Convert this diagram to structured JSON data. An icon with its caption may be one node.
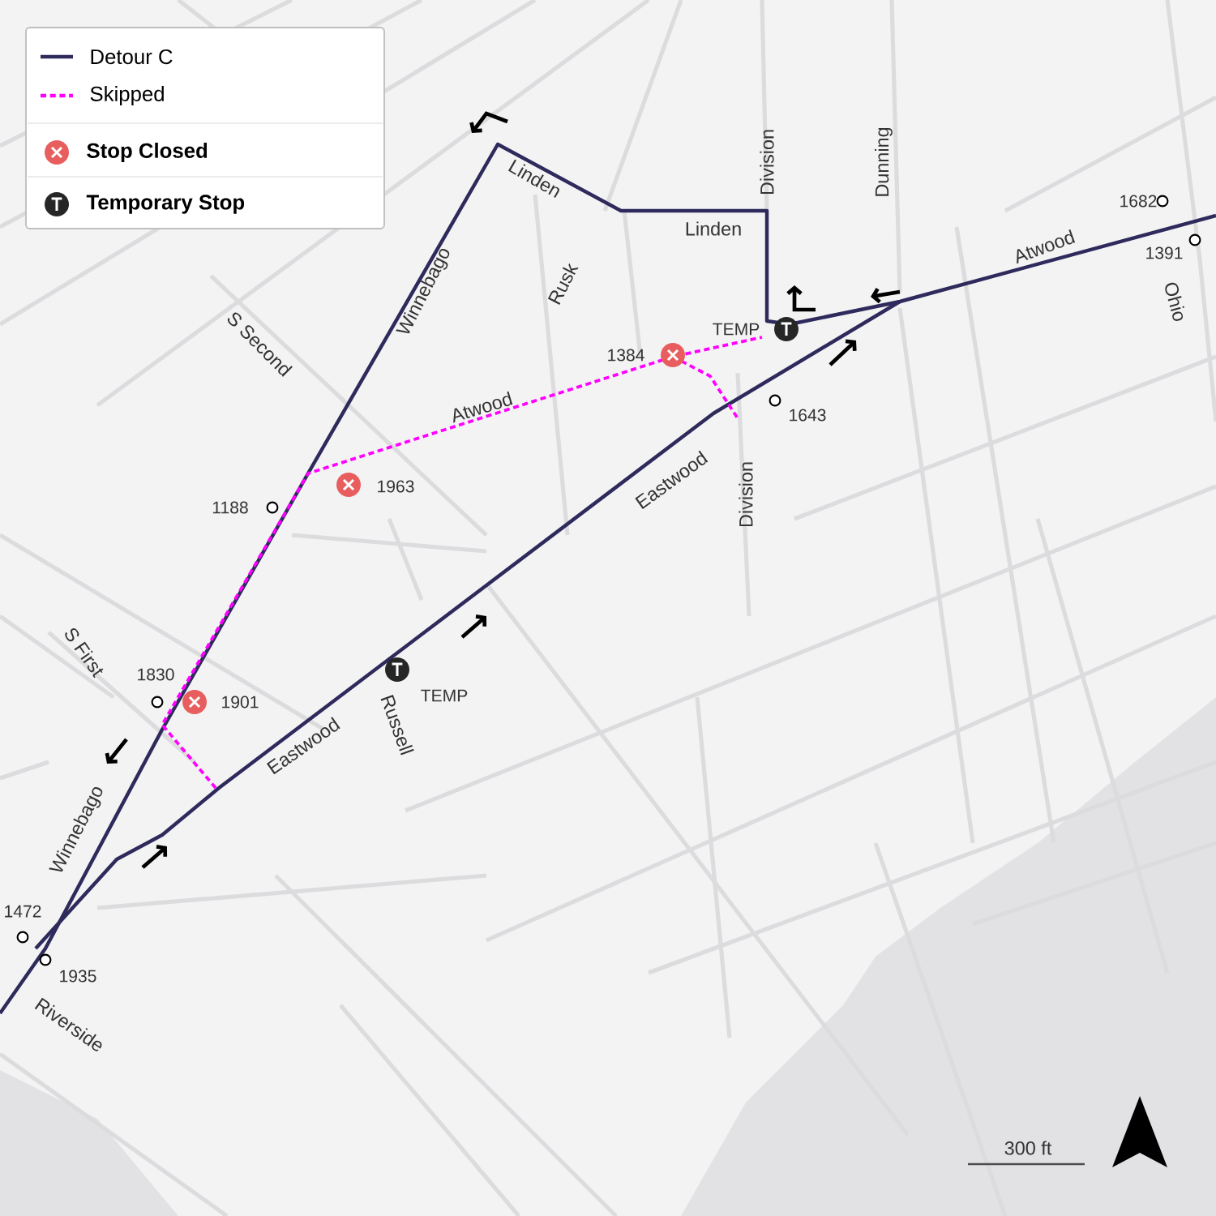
{
  "diagram": {
    "labels": [
      "Linden",
      "Division",
      "Dunning",
      "Linden",
      "1682",
      "Atwood",
      "1391",
      "Winnebago",
      "Rusk",
      "Ohio",
      "S Second",
      "TEMP",
      "1384",
      "Atwood",
      "1643",
      "1963",
      "Eastwood",
      "Division",
      "1188",
      "S First",
      "1830",
      "1901",
      "TEMP",
      "Russell",
      "Eastwood",
      "Winnebago",
      "1472",
      "1935",
      "Riverside",
      "300 ft"
    ],
    "legend": [
      {
        "text": "Detour C"
      },
      {
        "text": "Skipped"
      },
      {
        "text": "Stop Closed"
      },
      {
        "text": "Temporary Stop"
      }
    ]
  }
}
